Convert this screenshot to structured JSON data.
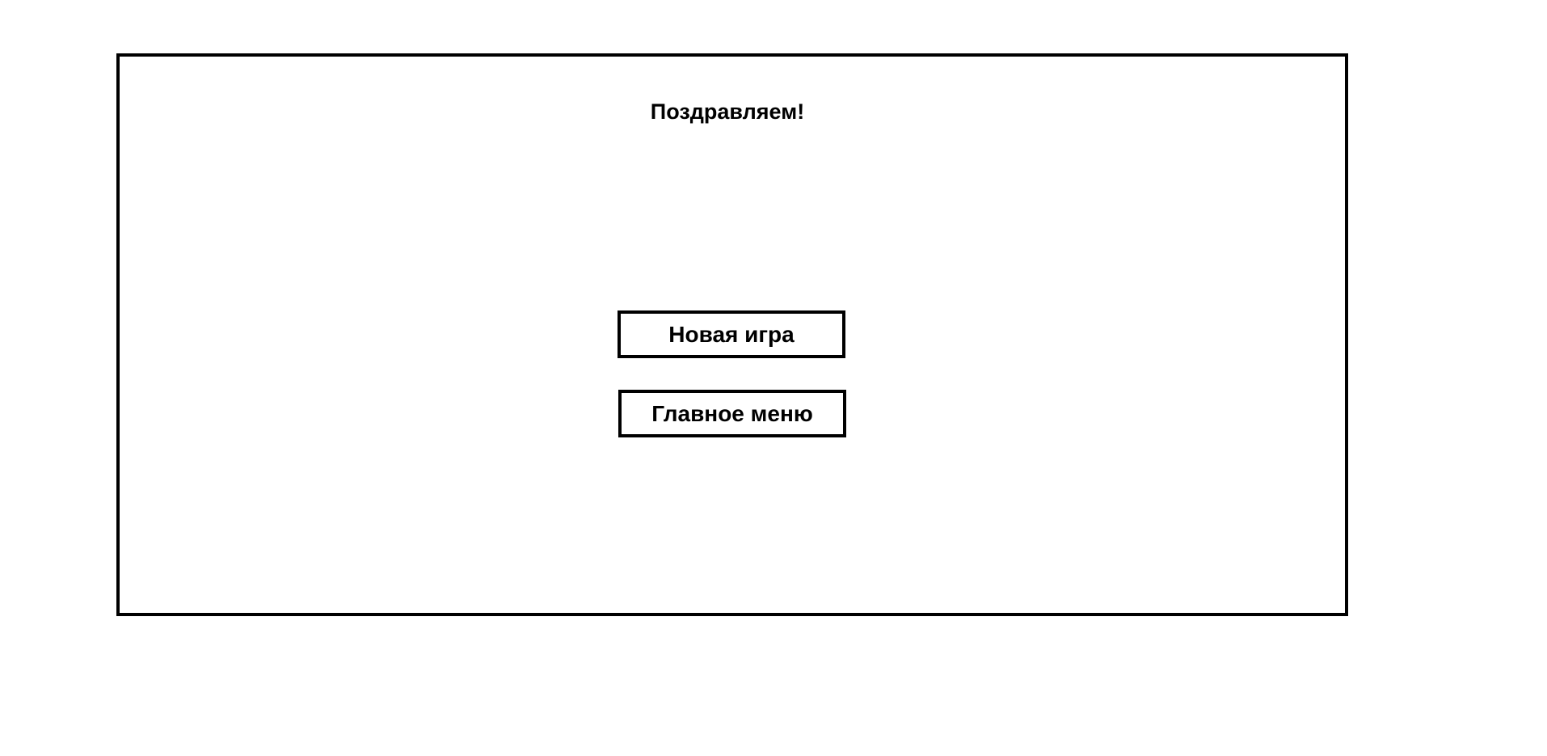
{
  "dialog": {
    "title": "Поздравляем!",
    "buttons": {
      "new_game_label": "Новая игра",
      "main_menu_label": "Главное меню"
    }
  },
  "colors": {
    "background": "#ffffff",
    "border": "#000000",
    "text": "#000000"
  }
}
